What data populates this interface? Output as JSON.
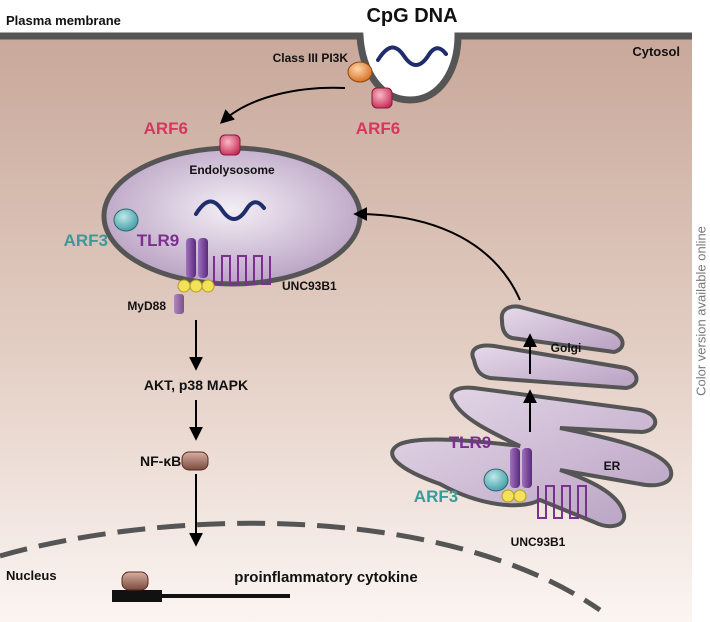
{
  "labels": {
    "title": "CpG DNA",
    "plasma_membrane": "Plasma membrane",
    "cytosol": "Cytosol",
    "pi3k": "Class III PI3K",
    "arf6_vesicle": "ARF6",
    "arf6_endo": "ARF6",
    "endolysosome": "Endolysosome",
    "arf3_endo": "ARF3",
    "tlr9_endo": "TLR9",
    "unc93b1_endo": "UNC93B1",
    "myd88": "MyD88",
    "akt": "AKT, p38 MAPK",
    "nfkb": "NF-κB",
    "golgi": "Golgi",
    "er": "ER",
    "tlr9_er": "TLR9",
    "arf3_er": "ARF3",
    "unc93b1_er": "UNC93B1",
    "nucleus": "Nucleus",
    "cytokine": "proinflammatory cytokine",
    "side_note": "Color version available online"
  },
  "colors": {
    "arf6": "#d8365e",
    "arf3": "#3a9a9a",
    "tlr9": "#7b2f8e",
    "dna": "#1f2d6b",
    "pi3k": "#e07a2a",
    "myd88_dot": "#f4e15a"
  }
}
